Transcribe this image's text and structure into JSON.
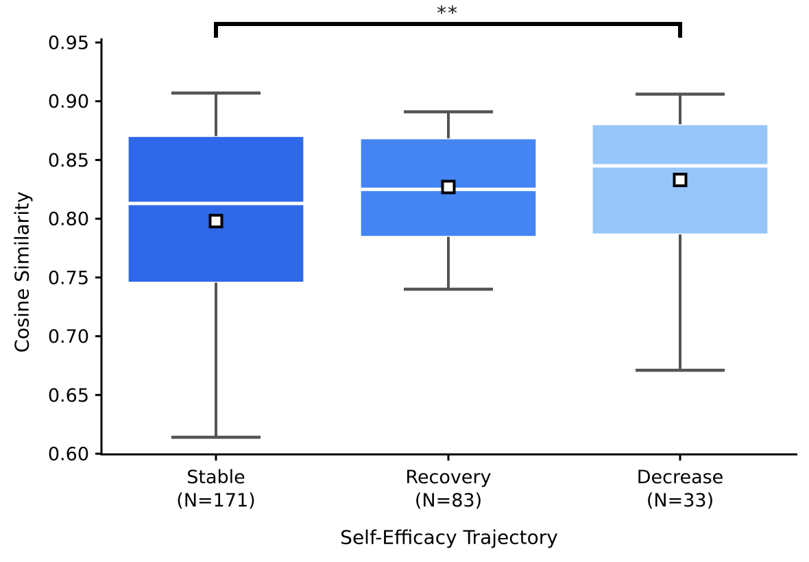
{
  "figure": {
    "background": "#ffffff"
  },
  "chart_data": {
    "type": "box",
    "title": "",
    "xlabel": "Self-Efficacy Trajectory",
    "ylabel": "Cosine Similarity",
    "ylim": [
      0.6,
      0.95
    ],
    "yticks": [
      0.6,
      0.65,
      0.7,
      0.75,
      0.8,
      0.85,
      0.9,
      0.95
    ],
    "grid": false,
    "legend": "none",
    "categories": [
      {
        "label": "Stable",
        "n_label": "(N=171)",
        "color": "#2f68e8",
        "whislo": 0.614,
        "q1": 0.746,
        "med": 0.813,
        "mean": 0.798,
        "q3": 0.87,
        "whishi": 0.907
      },
      {
        "label": "Recovery",
        "n_label": "(N=83)",
        "color": "#4585f3",
        "whislo": 0.74,
        "q1": 0.785,
        "med": 0.825,
        "mean": 0.827,
        "q3": 0.868,
        "whishi": 0.891
      },
      {
        "label": "Decrease",
        "n_label": "(N=33)",
        "color": "#97c6fa",
        "whislo": 0.671,
        "q1": 0.787,
        "med": 0.845,
        "mean": 0.833,
        "q3": 0.88,
        "whishi": 0.906
      }
    ],
    "annotation": {
      "label": "**",
      "between": [
        "Stable",
        "Decrease"
      ]
    },
    "colors": {
      "whisker": "#555555",
      "median": "#ffffff",
      "mean_face": "#ffffff",
      "mean_edge": "#000000",
      "axis": "#000000",
      "bracket": "#000000"
    }
  }
}
